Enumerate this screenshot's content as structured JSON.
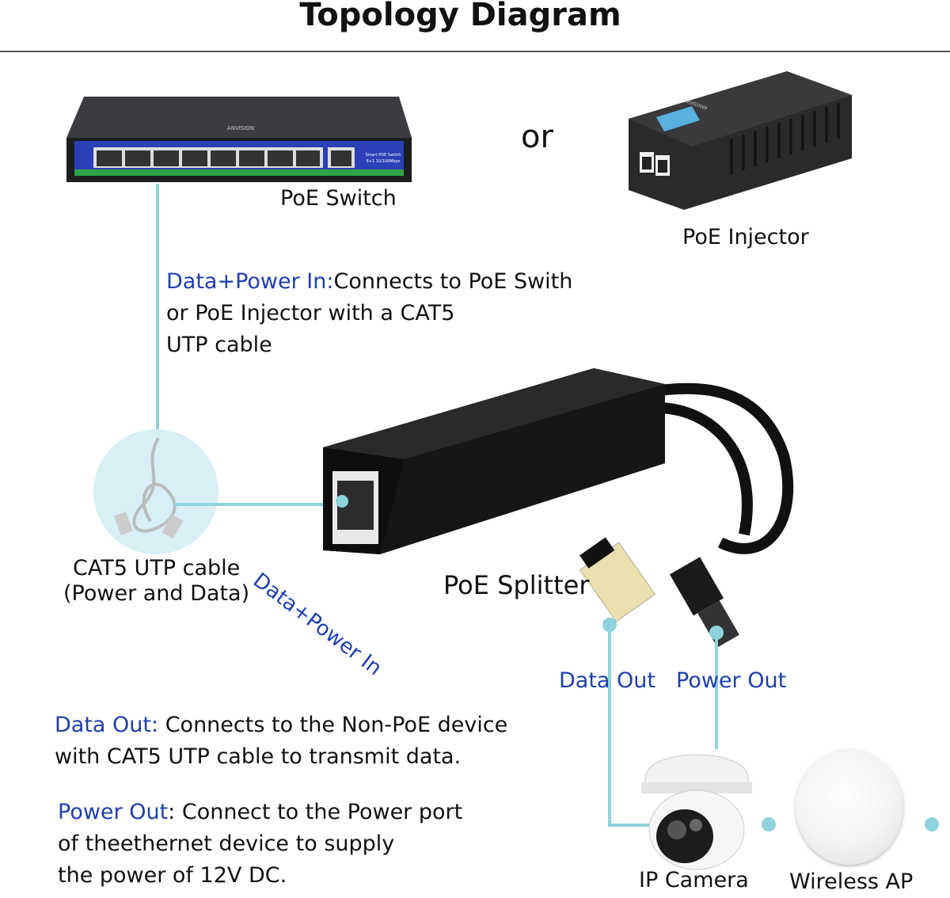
{
  "title": "Topology Diagram",
  "or_label": "or",
  "devices": {
    "switch": {
      "label": "PoE Switch",
      "brand": "ANVISION",
      "panel_text": "Smart POE Switch",
      "panel_subtext": "8+1 10/100Mbps"
    },
    "injector": {
      "label": "PoE Injector",
      "brand": "ANVISION"
    },
    "cable": {
      "label_line1": "CAT5 UTP cable",
      "label_line2": "(Power and Data)"
    },
    "splitter": {
      "label": "PoE Splitter"
    },
    "camera": {
      "label": "IP Camera"
    },
    "ap": {
      "label": "Wireless AP"
    }
  },
  "data_power_in": {
    "key": "Data+Power In:",
    "line1": "Connects to PoE Swith",
    "line2": "or PoE Injector with a CAT5",
    "line3": "UTP cable"
  },
  "port_label": "Data+Power In",
  "data_out_label": "Data Out",
  "power_out_label": "Power Out",
  "data_out_note": {
    "key": "Data Out:",
    "line1": " Connects to the Non-PoE device",
    "line2": "with CAT5 UTP cable to transmit data."
  },
  "power_out_note": {
    "key": "Power Out",
    "line1": ": Connect to the Power port",
    "line2": "of theethernet device to supply",
    "line3": "the power of 12V DC."
  },
  "colors": {
    "accent_line": "#8fd3dc",
    "label_blue": "#1e3fae",
    "switch_panel": "#2b3fb8"
  }
}
